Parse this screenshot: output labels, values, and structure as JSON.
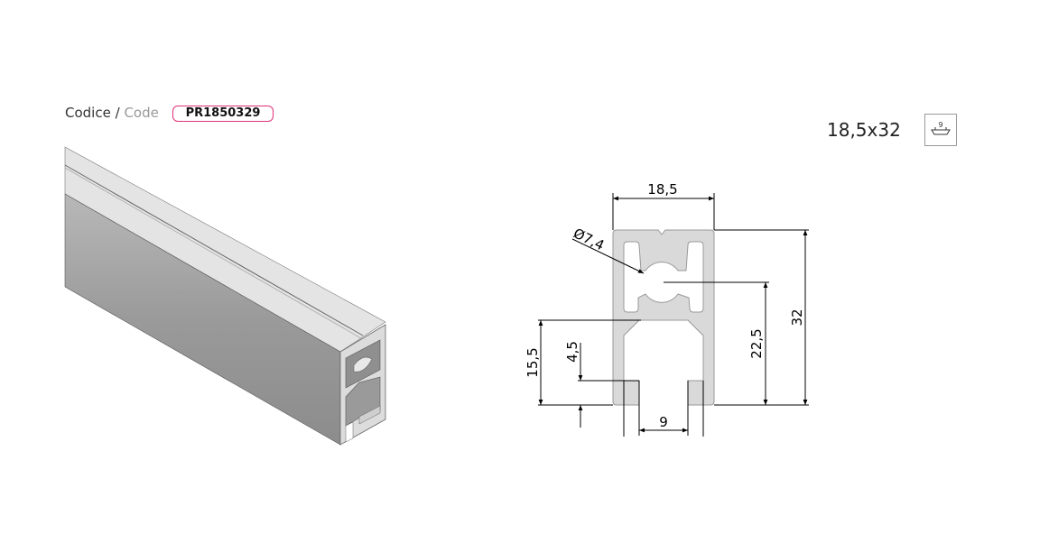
{
  "header": {
    "code_label_it": "Codice",
    "separator": "/",
    "code_label_en": "Code",
    "code_value": "PR1850329",
    "accent_color": "#e0307a"
  },
  "profile": {
    "size": "18,5x32",
    "icon": "slot-9-icon",
    "icon_number": "9"
  },
  "drawing": {
    "dims": {
      "width": "18,5",
      "height": "32",
      "center_height": "22,5",
      "lower_height": "15,5",
      "lip": "4,5",
      "slot": "9",
      "diameter": "Ø7,4"
    }
  }
}
